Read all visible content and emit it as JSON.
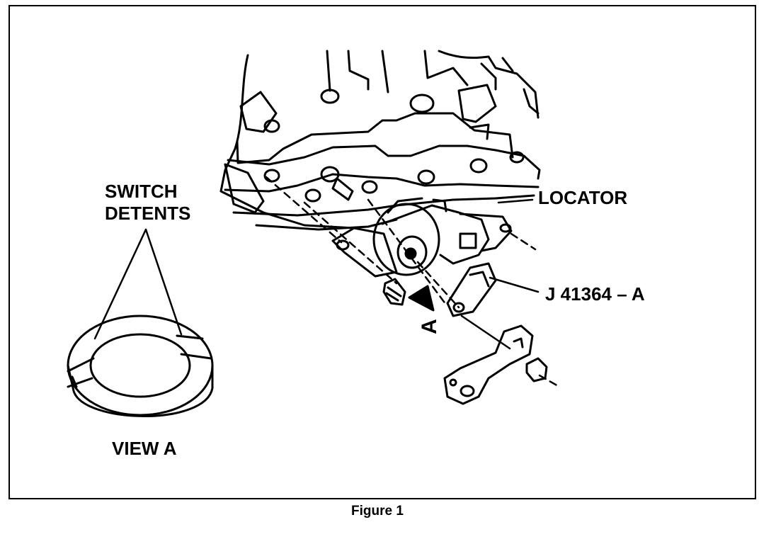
{
  "labels": {
    "switch": "SWITCH",
    "detents": "DETENTS",
    "locator": "LOCATOR",
    "tool": "J 41364 – A",
    "view": "VIEW A",
    "arrow": "A"
  },
  "caption": "Figure 1"
}
